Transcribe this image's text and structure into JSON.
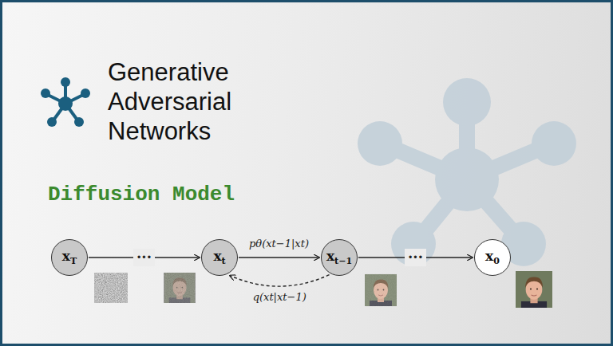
{
  "diagram": {
    "title": "Generative Adversarial Networks",
    "nodes": [
      {
        "text": [
          "xT"
        ]
      },
      {
        "text": [
          "xt"
        ]
      },
      {
        "text": [
          "xt−1"
        ]
      },
      {
        "text": [
          "x0"
        ]
      }
    ],
    "edges": [
      {
        "from": 0,
        "to": 1,
        "arrow": "to",
        "label": "···"
      },
      {
        "from": 1,
        "to": 2,
        "arrow": "to",
        "label": "pθ(xt−1|xt)"
      },
      {
        "from": 2,
        "to": 1,
        "arrow": "to",
        "label": "q(xt|xt−1)"
      },
      {
        "from": 2,
        "to": 3,
        "arrow": "to",
        "label": "···"
      }
    ],
    "labels": [
      "Diffusion Model"
    ]
  }
}
